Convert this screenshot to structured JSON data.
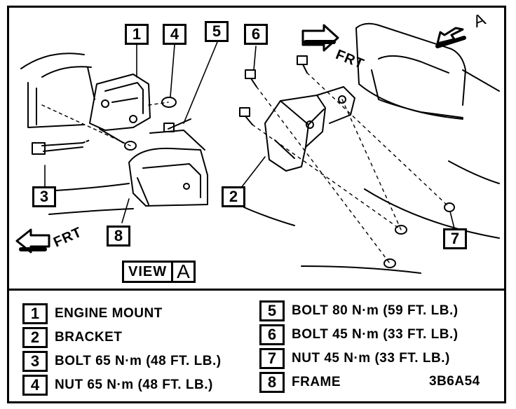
{
  "callouts": {
    "c1": "1",
    "c2": "2",
    "c3": "3",
    "c4": "4",
    "c5": "5",
    "c6": "6",
    "c7": "7",
    "c8": "8"
  },
  "frt_label": "FRT",
  "view_label": {
    "word": "VIEW",
    "letter": "A"
  },
  "view_marker_letter": "A",
  "legend": [
    {
      "num": "1",
      "text": "ENGINE MOUNT"
    },
    {
      "num": "2",
      "text": "BRACKET"
    },
    {
      "num": "3",
      "text": "BOLT 65 N·m (48 FT. LB.)"
    },
    {
      "num": "4",
      "text": "NUT 65 N·m (48 FT. LB.)"
    },
    {
      "num": "5",
      "text": "BOLT 80 N·m (59 FT. LB.)"
    },
    {
      "num": "6",
      "text": "BOLT 45 N·m (33 FT. LB.)"
    },
    {
      "num": "7",
      "text": "NUT 45 N·m (33 FT. LB.)"
    },
    {
      "num": "8",
      "text": "FRAME"
    }
  ],
  "figure_code": "3B6A54"
}
